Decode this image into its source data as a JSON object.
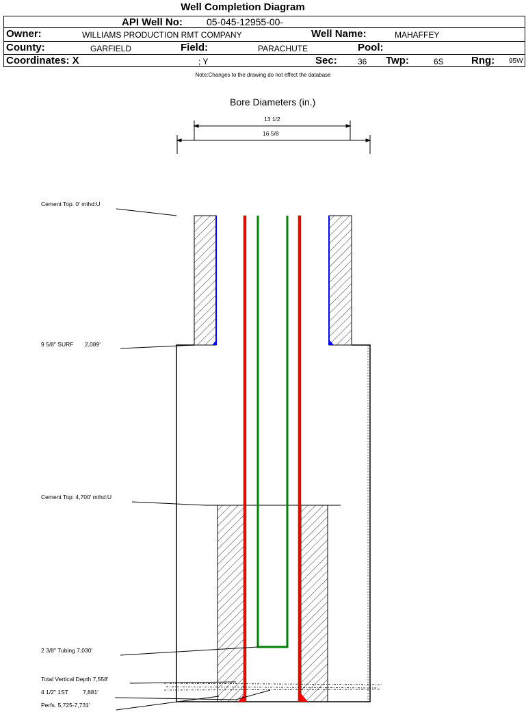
{
  "title": "Well Completion Diagram",
  "header": {
    "api_label": "API Well No:",
    "api_value": "05-045-12955-00-",
    "owner_label": "Owner:",
    "owner_value": "WILLIAMS PRODUCTION RMT COMPANY",
    "well_name_label": "Well Name:",
    "well_name_value": "MAHAFFEY",
    "county_label": "County:",
    "county_value": "GARFIELD",
    "field_label": "Field:",
    "field_value": "PARACHUTE",
    "pool_label": "Pool:",
    "pool_value": "",
    "coords_label": "Coordinates: X",
    "coords_y": "; Y",
    "sec_label": "Sec:",
    "sec_value": "36",
    "twp_label": "Twp:",
    "twp_value": "6S",
    "rng_label": "Rng:",
    "rng_value": "95W"
  },
  "note": "Note:Changes to the drawing do not effect the database",
  "bore": {
    "title": "Bore Diameters (in.)",
    "d1": "13 1/2",
    "d2": "16 5/8"
  },
  "labels": {
    "cement_top_1": "Cement Top: 0' mthd:U",
    "surface_casing": "9 5/8\" SURF       2,089'",
    "cement_top_2": "Cement Top: 4,700' mthd:U",
    "tubing": "2 3/8\" Tubing 7,030'",
    "tvd": "Total Vertical Depth 7,558'",
    "production_casing": "4 1/2\" 1ST         7,881'",
    "perfs": "Perfs. 5,725-7,731'"
  },
  "colors": {
    "casing_surface": "#0000ff",
    "casing_production": "#ff0000",
    "tubing": "#008000"
  }
}
